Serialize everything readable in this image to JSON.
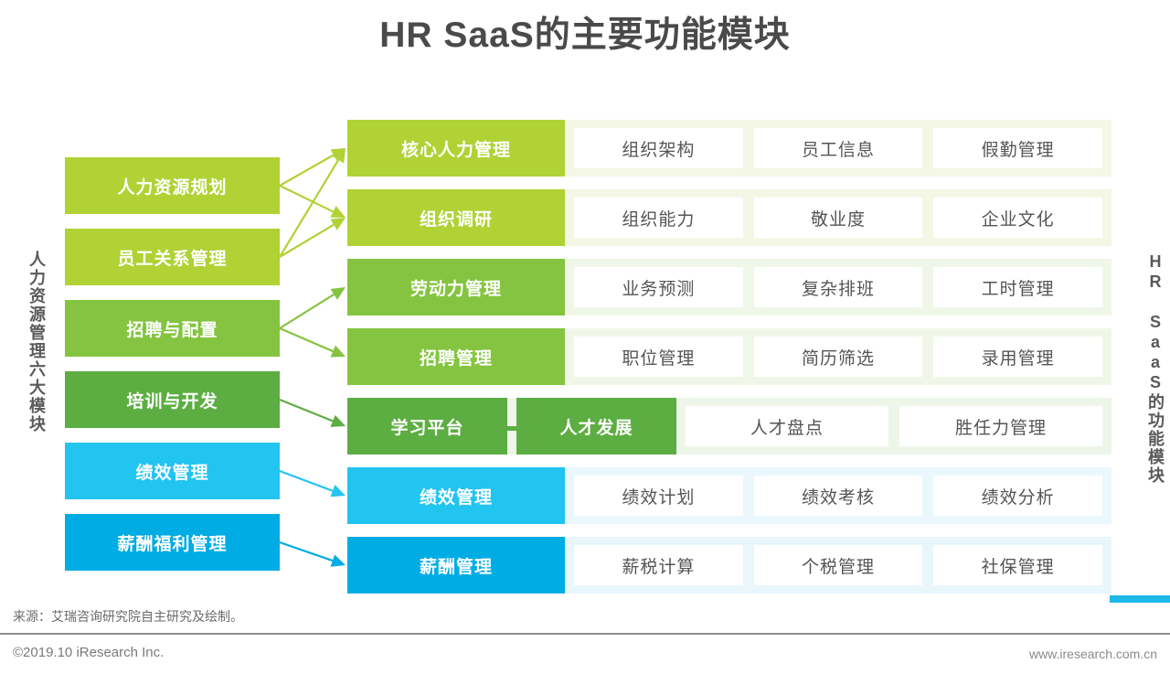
{
  "title": "HR SaaS的主要功能模块",
  "side_labels": {
    "left": "人力资源管理六大模块",
    "right": "HR SaaS的功能模块"
  },
  "colors": {
    "light_green": "#b0d235",
    "mid_green": "#85c440",
    "dark_green": "#5cae42",
    "light_blue": "#22c4f0",
    "dark_blue": "#00ace4",
    "title_gray": "#4a4a4a",
    "cell_text": "#555555",
    "accent_bar": "#1cb8e8"
  },
  "left_modules": [
    {
      "label": "人力资源规划",
      "color": "#b0d235"
    },
    {
      "label": "员工关系管理",
      "color": "#b0d235"
    },
    {
      "label": "招聘与配置",
      "color": "#85c440"
    },
    {
      "label": "培训与开发",
      "color": "#5cae42"
    },
    {
      "label": "绩效管理",
      "color": "#22c4f0"
    },
    {
      "label": "薪酬福利管理",
      "color": "#00ace4"
    }
  ],
  "rows": [
    {
      "head": "核心人力管理",
      "color": "#b0d235",
      "band": "#f4f7e6",
      "cells": [
        "组织架构",
        "员工信息",
        "假勤管理"
      ]
    },
    {
      "head": "组织调研",
      "color": "#b0d235",
      "band": "#f4f7e6",
      "cells": [
        "组织能力",
        "敬业度",
        "企业文化"
      ]
    },
    {
      "head": "劳动力管理",
      "color": "#85c440",
      "band": "#f1f7e8",
      "cells": [
        "业务预测",
        "复杂排班",
        "工时管理"
      ]
    },
    {
      "head": "招聘管理",
      "color": "#85c440",
      "band": "#f1f7e8",
      "cells": [
        "职位管理",
        "简历筛选",
        "录用管理"
      ]
    },
    {
      "head": "学习平台",
      "head2": "人才发展",
      "color": "#5cae42",
      "band": "#eef6ea",
      "cells": [
        "人才盘点",
        "胜任力管理"
      ]
    },
    {
      "head": "绩效管理",
      "color": "#22c4f0",
      "band": "#eaf8fd",
      "cells": [
        "绩效计划",
        "绩效考核",
        "绩效分析"
      ]
    },
    {
      "head": "薪酬管理",
      "color": "#00ace4",
      "band": "#e9f6fc",
      "cells": [
        "薪税计算",
        "个税管理",
        "社保管理"
      ]
    }
  ],
  "connectors": [
    {
      "from": 0,
      "to": 0,
      "color": "#b0d235"
    },
    {
      "from": 0,
      "to": 1,
      "color": "#b0d235"
    },
    {
      "from": 1,
      "to": 0,
      "color": "#b0d235"
    },
    {
      "from": 1,
      "to": 1,
      "color": "#b0d235"
    },
    {
      "from": 2,
      "to": 2,
      "color": "#85c440"
    },
    {
      "from": 2,
      "to": 3,
      "color": "#85c440"
    },
    {
      "from": 3,
      "to": 4,
      "color": "#5cae42"
    },
    {
      "from": 4,
      "to": 5,
      "color": "#22c4f0"
    },
    {
      "from": 5,
      "to": 6,
      "color": "#00ace4"
    }
  ],
  "footer": {
    "source": "来源：艾瑞咨询研究院自主研究及绘制。",
    "copyright": "©2019.10 iResearch Inc.",
    "website": "www.iresearch.com.cn"
  }
}
